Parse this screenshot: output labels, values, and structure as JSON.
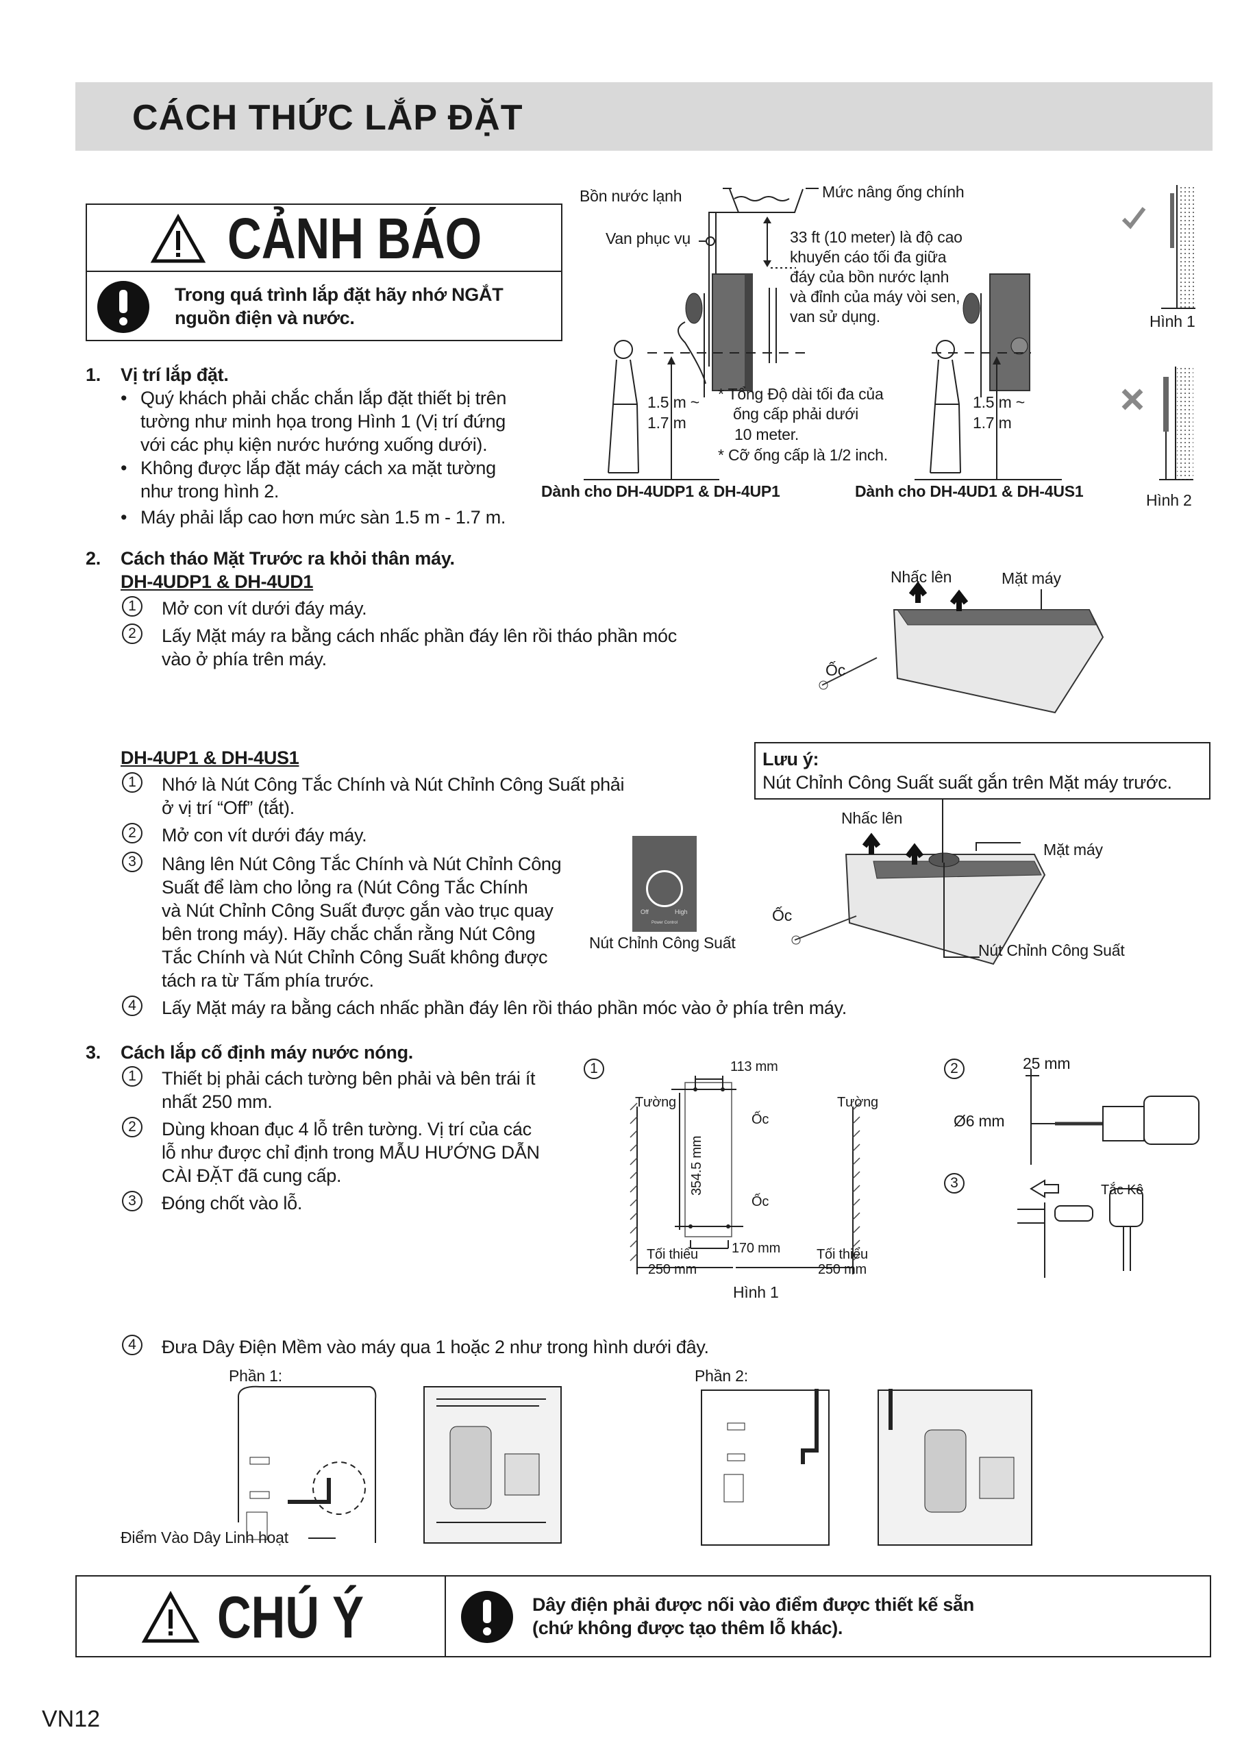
{
  "header": {
    "title": "CÁCH THỨC LẮP ĐẶT"
  },
  "warning": {
    "title": "CẢNH BÁO",
    "icon": "exclamation-icon",
    "lines": [
      "Trong quá trình lắp đặt hãy nhớ NGẮT",
      "nguồn điện và nước."
    ]
  },
  "section1": {
    "number": "1.",
    "title": "Vị trí lắp đặt.",
    "bullets": [
      [
        "Quý khách phải chắc chắn lắp đặt thiết bị trên",
        "tường như minh họa trong Hình 1 (Vị trí đứng",
        "với các phụ kiện nước hướng xuống dưới)."
      ],
      [
        "Không được lắp đặt máy cách xa mặt tường",
        "như trong hình 2."
      ],
      [
        "Máy phải lắp cao hơn mức sàn 1.5 m - 1.7 m."
      ]
    ],
    "figure": {
      "tank": "Bồn nước lạnh",
      "main_level": "Mức nâng ống chính",
      "valve": "Van phục vụ",
      "height_note": [
        "33 ft (10 meter) là độ cao",
        "khuyến cáo tối đa giữa",
        "đáy của bồn nước lạnh",
        "và đỉnh của máy vòi sen,",
        "van sử dụng."
      ],
      "height_range": [
        "1.5 m ~",
        "1.7 m"
      ],
      "pipe_note": [
        "* Tổng Độ dài tối đa của",
        "ống cấp phải dưới",
        "10 meter.",
        "* Cỡ ống cấp là 1/2 inch."
      ],
      "caption_left": "Dành cho DH-4UDP1 & DH-4UP1",
      "caption_right": "Dành cho DH-4UD1 & DH-4US1",
      "fig1": "Hình 1",
      "fig2": "Hình 2"
    }
  },
  "section2": {
    "number": "2.",
    "title": "Cách tháo Mặt Trước ra khỏi thân máy.",
    "modelA": "DH-4UDP1 & DH-4UD1",
    "stepsA": [
      {
        "n": "1",
        "lines": [
          "Mở con vít dưới đáy máy."
        ]
      },
      {
        "n": "2",
        "lines": [
          "Lấy Mặt máy ra bằng cách nhấc phần đáy lên rồi tháo phần móc",
          "vào ở phía trên máy."
        ]
      }
    ],
    "figA": {
      "lift": "Nhấc lên",
      "panel": "Mặt máy",
      "screw": "Ốc"
    },
    "modelB": "DH-4UP1 & DH-4US1",
    "stepsB": [
      {
        "n": "1",
        "lines": [
          "Nhớ là Nút Công Tắc Chính và Nút Chỉnh Công Suất phải",
          "ở vị trí “Off” (tắt)."
        ]
      },
      {
        "n": "2",
        "lines": [
          "Mở con vít dưới đáy máy."
        ]
      },
      {
        "n": "3",
        "lines": [
          "Nâng lên Nút Công Tắc Chính và Nút Chỉnh Công",
          "Suất để làm cho lỏng ra (Nút Công Tắc Chính",
          "và Nút Chỉnh Công Suất được gắn vào trục quay",
          "bên trong máy). Hãy chắc chắn rằng Nút Công",
          "Tắc Chính và Nút Chỉnh Công Suất không được",
          "tách ra từ Tấm phía trước."
        ]
      },
      {
        "n": "4",
        "lines": [
          "Lấy Mặt máy ra bằng cách nhấc phần đáy lên rồi tháo phần móc vào ở phía trên máy."
        ]
      }
    ],
    "note": {
      "title": "Lưu ý:",
      "text": "Nút Chỉnh Công Suất suất gắn trên Mặt máy trước."
    },
    "figB": {
      "lift": "Nhấc lên",
      "panel": "Mặt máy",
      "screw": "Ốc",
      "knob": "Nút Chỉnh Công Suất",
      "knob_panel_label": "Nút Chỉnh Công Suất",
      "knob_off": "Off",
      "knob_high": "High",
      "knob_caption": "Power Control"
    }
  },
  "section3": {
    "number": "3.",
    "title": "Cách lắp cố định máy nước nóng.",
    "steps": [
      {
        "n": "1",
        "lines": [
          "Thiết bị phải cách tường bên phải và bên trái ít",
          "nhất 250 mm."
        ]
      },
      {
        "n": "2",
        "lines": [
          "Dùng khoan đục 4 lỗ trên tường. Vị trí của các",
          "lỗ như được chỉ định trong MẪU HƯỚNG DẪN",
          "CÀI ĐẶT đã cung cấp."
        ]
      },
      {
        "n": "3",
        "lines": [
          "Đóng chốt vào lỗ."
        ]
      }
    ],
    "fig1": {
      "n": "1",
      "top": "113 mm",
      "wall_l": "Tường",
      "wall_r": "Tường",
      "screw_top": "Ốc",
      "screw_bottom": "Ốc",
      "height": "354.5 mm",
      "bottom": "170 mm",
      "min_l": [
        "Tối thiểu",
        "250 mm"
      ],
      "min_r": [
        "Tối thiểu",
        "250 mm"
      ],
      "caption": "Hình 1"
    },
    "fig2": {
      "n": "2",
      "depth": "25 mm",
      "diameter": "Ø6 mm"
    },
    "fig3": {
      "n": "3",
      "plug": "Tắc Kê"
    },
    "step4": {
      "n": "4",
      "text": "Đưa Dây Điện Mềm vào máy qua 1 hoặc 2 như trong hình dưới đây."
    },
    "part1": "Phần 1:",
    "part2": "Phần 2:",
    "entry_point": "Điểm Vào Dây Linh hoạt"
  },
  "caution": {
    "title": "CHÚ Ý",
    "lines": [
      "Dây điện phải được nối vào điểm được thiết kế sẵn",
      "(chứ không được tạo thêm lỗ khác)."
    ]
  },
  "footer": {
    "page": "VN12"
  }
}
